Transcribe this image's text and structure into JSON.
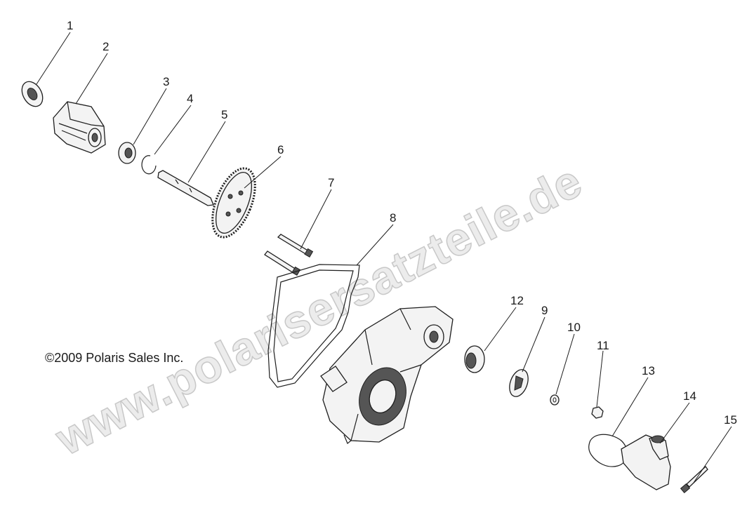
{
  "copyright": "©2009 Polaris Sales Inc.",
  "watermark": "www.polarisersatzteile.de",
  "callouts": [
    "1",
    "2",
    "3",
    "4",
    "5",
    "6",
    "7",
    "8",
    "12",
    "9",
    "10",
    "11",
    "13",
    "14",
    "15"
  ]
}
